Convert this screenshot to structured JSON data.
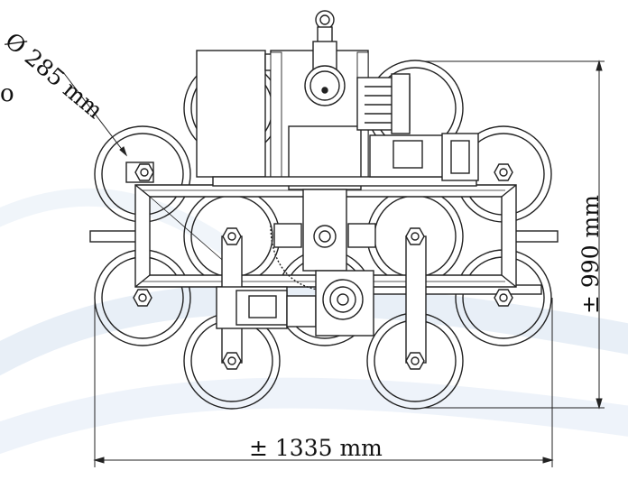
{
  "drawing": {
    "cup_diameter_label": "Ø 285 mm",
    "cropped_glyph": "o",
    "height_label": "± 990 mm",
    "width_label": "± 1335 mm"
  },
  "colors": {
    "line": "#222222",
    "watermark": "#dfe9f4"
  }
}
